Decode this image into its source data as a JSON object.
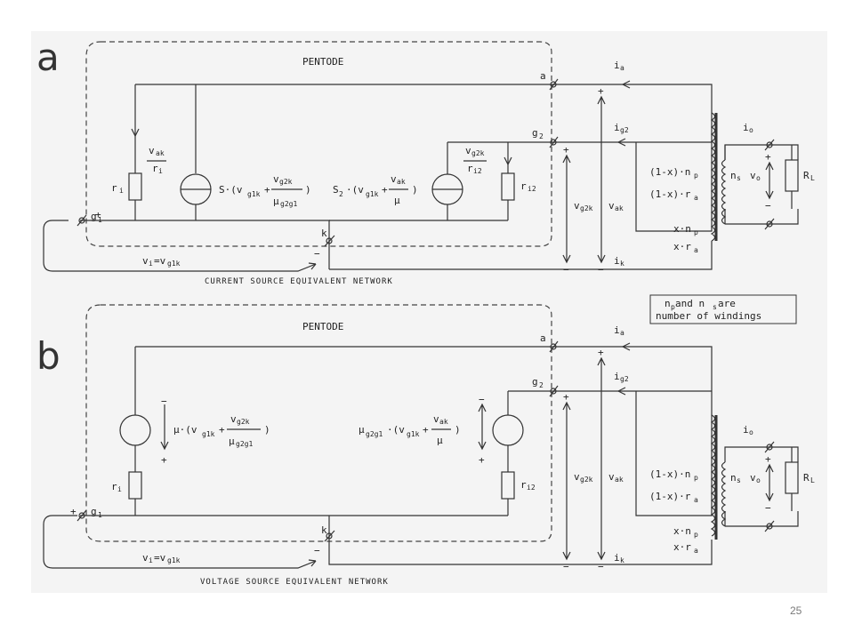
{
  "slide_number": "25",
  "note": {
    "line1": "n",
    "line1_sub": "p",
    "line1_rest": " and n",
    "line1_sub2": "s",
    "line1_end": " are",
    "line2": "number of windings"
  },
  "panel_a": {
    "letter": "a",
    "box_title": "PENTODE",
    "caption": "CURRENT SOURCE EQUIVALENT NETWORK",
    "term_a": "a",
    "term_g2": "g",
    "term_k": "k",
    "term_g1": "g",
    "r_i": "r",
    "r_i2": "r",
    "src1_label": "S · (v",
    "src2_label": "S",
    "vi_label": "v",
    "i_a": "i",
    "i_g2": "i",
    "i_k": "i",
    "i_o": "i",
    "v_g2k": "v",
    "v_ak": "v",
    "v_o": "v",
    "winding_1": "(1-x)·n",
    "winding_2": "(1-x)·r",
    "winding_3": "x·n",
    "winding_4": "x·r",
    "n_s": "n",
    "R_L": "R"
  },
  "panel_b": {
    "letter": "b",
    "box_title": "PENTODE",
    "caption": "VOLTAGE SOURCE EQUIVALENT NETWORK",
    "src1_label": "µ · (v",
    "src2_label": "µ"
  },
  "colors": {
    "ink": "#333333",
    "sheet": "#f4f4f4",
    "page": "#ffffff"
  }
}
